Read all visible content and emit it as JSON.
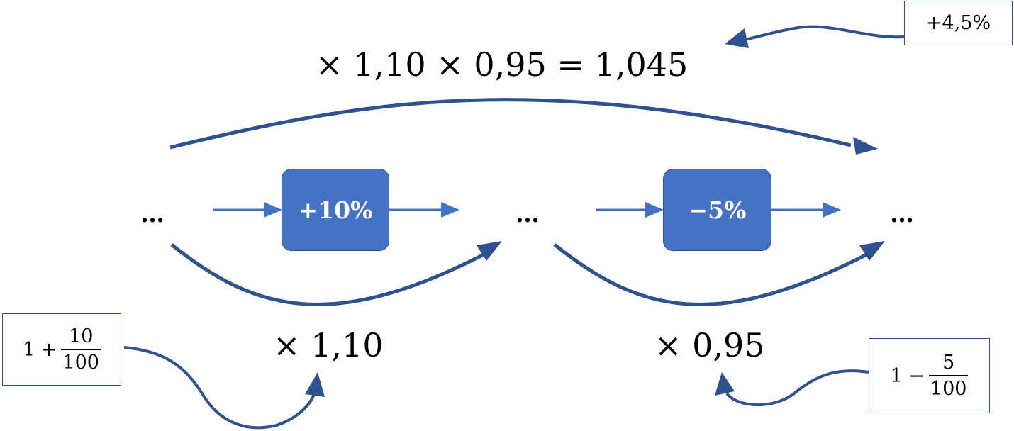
{
  "colors": {
    "accent": "#4472c4",
    "border": "#2f528f",
    "arrow": "#2f528f",
    "flow_arrow": "#4472c4"
  },
  "top_formula": "× 1,10 × 0,95 = 1,045",
  "values": {
    "start": "…",
    "middle": "…",
    "end": "…"
  },
  "steps": [
    {
      "label": "+10%"
    },
    {
      "label": "−5%"
    }
  ],
  "multipliers": [
    "× 1,10",
    "× 0,95"
  ],
  "notes": {
    "total": "+4,5%",
    "first": {
      "prefix": "1 +",
      "numerator": "10",
      "denominator": "100"
    },
    "second": {
      "prefix": "1 −",
      "numerator": "5",
      "denominator": "100"
    }
  },
  "icons": {
    "arrowheads": "filled-triangle-arrowhead"
  }
}
